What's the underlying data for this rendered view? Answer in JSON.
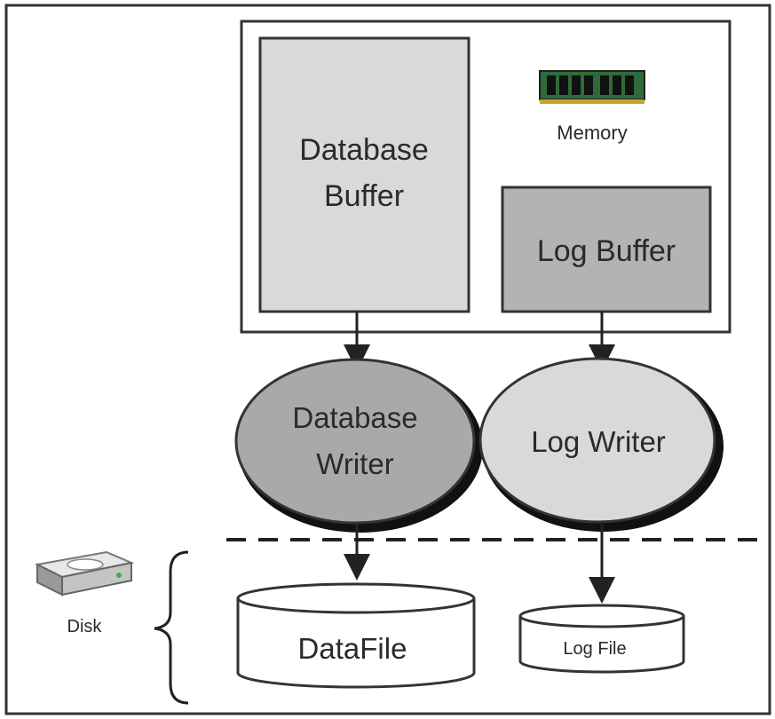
{
  "labels": {
    "memory": "Memory",
    "database_buffer_line1": "Database",
    "database_buffer_line2": "Buffer",
    "log_buffer": "Log Buffer",
    "database_writer_line1": "Database",
    "database_writer_line2": "Writer",
    "log_writer": "Log Writer",
    "disk": "Disk",
    "data_file": "DataFile",
    "log_file": "Log File"
  },
  "icons": {
    "memory": "ram-chip-icon",
    "disk": "disk-drive-icon"
  },
  "colors": {
    "background": "#ffffff",
    "outline": "#333333",
    "database_buffer_fill": "#d9d9d9",
    "log_buffer_fill": "#b3b3b3",
    "database_writer_fill": "#a9a9a9",
    "log_writer_fill": "#d9d9d9",
    "storage_fill": "#ffffff",
    "memory_chip": "#2f6b3a"
  }
}
